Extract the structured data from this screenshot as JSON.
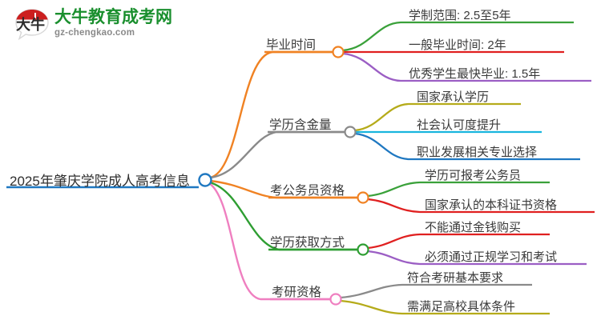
{
  "logo": {
    "mark_text": "大牛",
    "brand_cn": "大牛教育成考网",
    "brand_en": "gz-chengkao.com",
    "brand_color": "#1a8f2e",
    "mark_color": "#cc1f1f"
  },
  "mindmap": {
    "root": {
      "label": "2025年肇庆学院成人高考信息",
      "color": "#1f78c1"
    },
    "branches": [
      {
        "label": "毕业时间",
        "color": "#f08223",
        "children": [
          {
            "label": "学制范围: 2.5至5年",
            "color": "#3aa13a"
          },
          {
            "label": "一般毕业时间: 2年",
            "color": "#e02020"
          },
          {
            "label": "优秀学生最快毕业: 1.5年",
            "color": "#9b5ec4"
          }
        ]
      },
      {
        "label": "学历含金量",
        "color": "#8a8a8a",
        "children": [
          {
            "label": "国家承认学历",
            "color": "#b5ab1a"
          },
          {
            "label": "社会认可度提升",
            "color": "#19b5dd"
          },
          {
            "label": "职业发展相关专业选择",
            "color": "#1f78c1"
          }
        ]
      },
      {
        "label": "考公务员资格",
        "color": "#f08223",
        "children": [
          {
            "label": "学历可报考公务员",
            "color": "#3aa13a"
          },
          {
            "label": "国家承认的本科证书资格",
            "color": "#e02020"
          }
        ]
      },
      {
        "label": "学历获取方式",
        "color": "#2e9e32",
        "children": [
          {
            "label": "不能通过金钱购买",
            "color": "#e02020"
          },
          {
            "label": "必须通过正规学习和考试",
            "color": "#9b5ec4"
          }
        ]
      },
      {
        "label": "考研资格",
        "color": "#ef7fc0",
        "children": [
          {
            "label": "符合考研基本要求",
            "color": "#8a8a8a"
          },
          {
            "label": "需满足高校具体条件",
            "color": "#b5ab1a"
          }
        ]
      }
    ]
  }
}
